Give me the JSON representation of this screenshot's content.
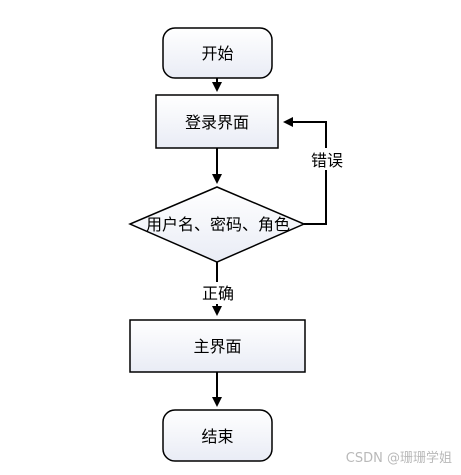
{
  "flowchart": {
    "nodes": {
      "start": {
        "label": "开始"
      },
      "login": {
        "label": "登录界面"
      },
      "check": {
        "label": "用户名、密码、角色"
      },
      "main": {
        "label": "主界面"
      },
      "end": {
        "label": "结束"
      }
    },
    "edges": {
      "error": {
        "label": "错误"
      },
      "correct": {
        "label": "正确"
      }
    }
  },
  "watermark": {
    "text": "CSDN @珊珊学姐"
  }
}
